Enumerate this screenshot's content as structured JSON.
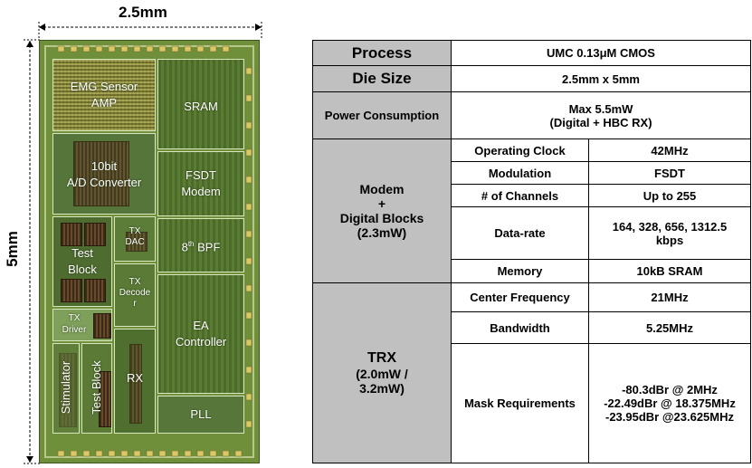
{
  "die": {
    "width_label": "2.5mm",
    "height_label": "5mm",
    "blocks": {
      "emg_line1": "EMG Sensor",
      "emg_line2": "AMP",
      "sram": "SRAM",
      "adc_line1": "10bit",
      "adc_line2": "A/D Converter",
      "fsdt_line1": "FSDT",
      "fsdt_line2": "Modem",
      "test_line1": "Test",
      "test_line2": "Block",
      "txdac_line1": "TX",
      "txdac_line2": "DAC",
      "bpf_main": "8",
      "bpf_sup": "th",
      "bpf_rest": " BPF",
      "txdec_line1": "TX",
      "txdec_line2": "Decode",
      "txdec_line3": "r",
      "txdrv_line1": "TX",
      "txdrv_line2": "Driver",
      "ea_line1": "EA",
      "ea_line2": "Controller",
      "rx": "RX",
      "stimulator": "Stimulator",
      "testblock_v": "Test Block",
      "pll": "PLL"
    }
  },
  "table": {
    "process_label": "Process",
    "process_value": "UMC 0.13μM CMOS",
    "diesize_label": "Die Size",
    "diesize_value": "2.5mm x 5mm",
    "power_label": "Power Consumption",
    "power_value_line1": "Max 5.5mW",
    "power_value_line2": "(Digital + HBC RX)",
    "modem_group_line1": "Modem",
    "modem_group_line2": "+",
    "modem_group_line3": "Digital Blocks",
    "modem_group_line4": "(2.3mW)",
    "modem_rows": [
      {
        "label": "Operating Clock",
        "value": "42MHz"
      },
      {
        "label": "Modulation",
        "value": "FSDT"
      },
      {
        "label": "# of Channels",
        "value": "Up to 255"
      },
      {
        "label": "Data-rate",
        "value_line1": "164, 328, 656, 1312.5",
        "value_line2": "kbps"
      },
      {
        "label": "Memory",
        "value": "10kB SRAM"
      }
    ],
    "trx_group_line1": "TRX",
    "trx_group_line2": "(2.0mW /",
    "trx_group_line3": "3.2mW)",
    "trx_rows": [
      {
        "label": "Center Frequency",
        "value": "21MHz"
      },
      {
        "label": "Bandwidth",
        "value": "5.25MHz"
      },
      {
        "label": "Mask Requirements",
        "value_line1": "-80.3dBr @ 2MHz",
        "value_line2": "-22.49dBr @ 18.375MHz",
        "value_line3": "-23.95dBr @23.625MHz"
      }
    ]
  }
}
